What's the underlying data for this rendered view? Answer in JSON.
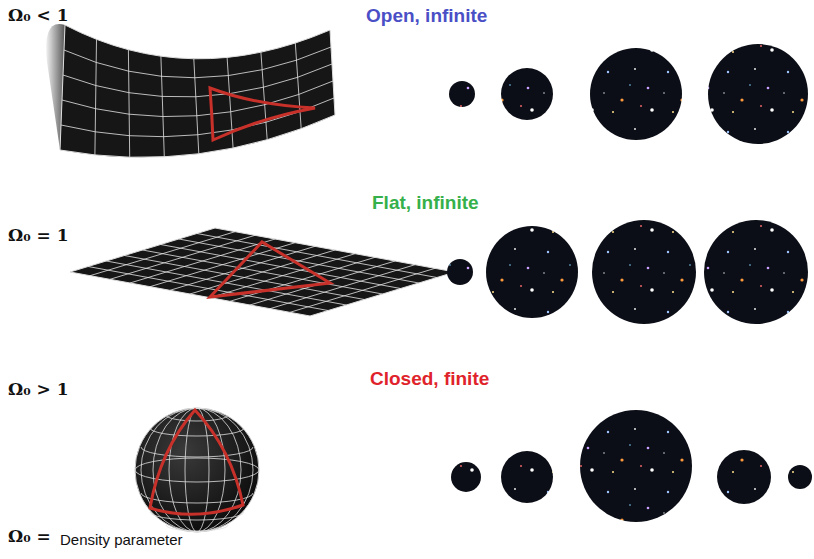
{
  "diagram": {
    "labels": [
      "Ω₀ < 1",
      "Open, infinite",
      "Ω₀ = 1",
      "Flat, infinite",
      "Ω₀ > 1",
      "Closed, finite",
      "Ω₀ =",
      "Density parameter"
    ]
  }
}
